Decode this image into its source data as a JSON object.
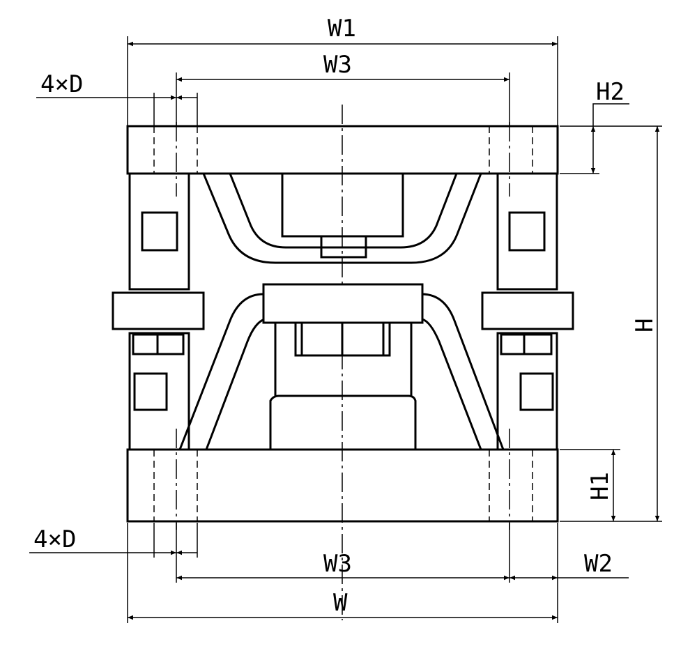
{
  "labels": {
    "w1": "W1",
    "w3_top": "W3",
    "d_top": "4×D",
    "h2": "H2",
    "h": "H",
    "h1": "H1",
    "d_bottom": "4×D",
    "w3_bottom": "W3",
    "w2": "W2",
    "w": "W"
  }
}
